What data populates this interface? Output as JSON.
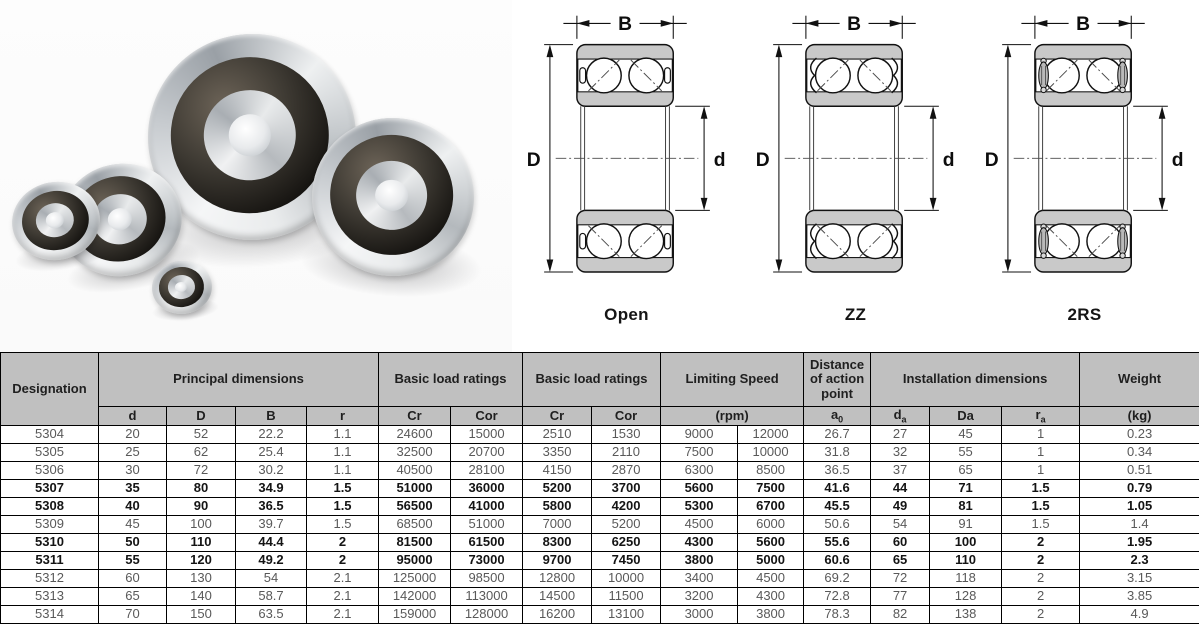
{
  "photo": {
    "label": "double-row-angular-contact-ball-bearings-photo"
  },
  "diagrams": {
    "dims": {
      "b": "B",
      "outer": "D",
      "bore": "d"
    },
    "items": [
      {
        "caption": "Open"
      },
      {
        "caption": "ZZ"
      },
      {
        "caption": "2RS"
      }
    ]
  },
  "table": {
    "groups": [
      "Designation",
      "Principal dimensions",
      "Basic load ratings",
      "Basic load ratings",
      "Limiting Speed",
      "Distance of action point",
      "Installation dimensions",
      "Weight"
    ],
    "subheader": [
      {
        "t": "d"
      },
      {
        "t": "D"
      },
      {
        "t": "B"
      },
      {
        "t": "r"
      },
      {
        "t": "Cr"
      },
      {
        "t": "Cor"
      },
      {
        "t": "Cr"
      },
      {
        "t": "Cor"
      },
      {
        "t": "(rpm)",
        "span": 2
      },
      {
        "t": "a",
        "sub": "0"
      },
      {
        "t": "d",
        "sub": "a"
      },
      {
        "t": "Da"
      },
      {
        "t": "r",
        "sub": "a"
      },
      {
        "t": "(kg)"
      }
    ],
    "rows": [
      {
        "designation": "5304",
        "bold": false,
        "values": [
          "20",
          "52",
          "22.2",
          "1.1",
          "24600",
          "15000",
          "2510",
          "1530",
          "9000",
          "12000",
          "26.7",
          "27",
          "45",
          "1",
          "0.23"
        ]
      },
      {
        "designation": "5305",
        "bold": false,
        "values": [
          "25",
          "62",
          "25.4",
          "1.1",
          "32500",
          "20700",
          "3350",
          "2110",
          "7500",
          "10000",
          "31.8",
          "32",
          "55",
          "1",
          "0.34"
        ]
      },
      {
        "designation": "5306",
        "bold": false,
        "values": [
          "30",
          "72",
          "30.2",
          "1.1",
          "40500",
          "28100",
          "4150",
          "2870",
          "6300",
          "8500",
          "36.5",
          "37",
          "65",
          "1",
          "0.51"
        ]
      },
      {
        "designation": "5307",
        "bold": true,
        "values": [
          "35",
          "80",
          "34.9",
          "1.5",
          "51000",
          "36000",
          "5200",
          "3700",
          "5600",
          "7500",
          "41.6",
          "44",
          "71",
          "1.5",
          "0.79"
        ]
      },
      {
        "designation": "5308",
        "bold": true,
        "values": [
          "40",
          "90",
          "36.5",
          "1.5",
          "56500",
          "41000",
          "5800",
          "4200",
          "5300",
          "6700",
          "45.5",
          "49",
          "81",
          "1.5",
          "1.05"
        ]
      },
      {
        "designation": "5309",
        "bold": false,
        "values": [
          "45",
          "100",
          "39.7",
          "1.5",
          "68500",
          "51000",
          "7000",
          "5200",
          "4500",
          "6000",
          "50.6",
          "54",
          "91",
          "1.5",
          "1.4"
        ]
      },
      {
        "designation": "5310",
        "bold": true,
        "values": [
          "50",
          "110",
          "44.4",
          "2",
          "81500",
          "61500",
          "8300",
          "6250",
          "4300",
          "5600",
          "55.6",
          "60",
          "100",
          "2",
          "1.95"
        ]
      },
      {
        "designation": "5311",
        "bold": true,
        "values": [
          "55",
          "120",
          "49.2",
          "2",
          "95000",
          "73000",
          "9700",
          "7450",
          "3800",
          "5000",
          "60.6",
          "65",
          "110",
          "2",
          "2.3"
        ]
      },
      {
        "designation": "5312",
        "bold": false,
        "values": [
          "60",
          "130",
          "54",
          "2.1",
          "125000",
          "98500",
          "12800",
          "10000",
          "3400",
          "4500",
          "69.2",
          "72",
          "118",
          "2",
          "3.15"
        ]
      },
      {
        "designation": "5313",
        "bold": false,
        "values": [
          "65",
          "140",
          "58.7",
          "2.1",
          "142000",
          "113000",
          "14500",
          "11500",
          "3200",
          "4300",
          "72.8",
          "77",
          "128",
          "2",
          "3.85"
        ]
      },
      {
        "designation": "5314",
        "bold": false,
        "values": [
          "70",
          "150",
          "63.5",
          "2.1",
          "159000",
          "128000",
          "16200",
          "13100",
          "3000",
          "3800",
          "78.3",
          "82",
          "138",
          "2",
          "4.9"
        ]
      }
    ]
  },
  "colors": {
    "header_bg": "#c0c0c0",
    "border": "#000000",
    "text_regular": "#595959",
    "text_bold": "#141414",
    "diagram_fill": "#c9c9c9"
  }
}
